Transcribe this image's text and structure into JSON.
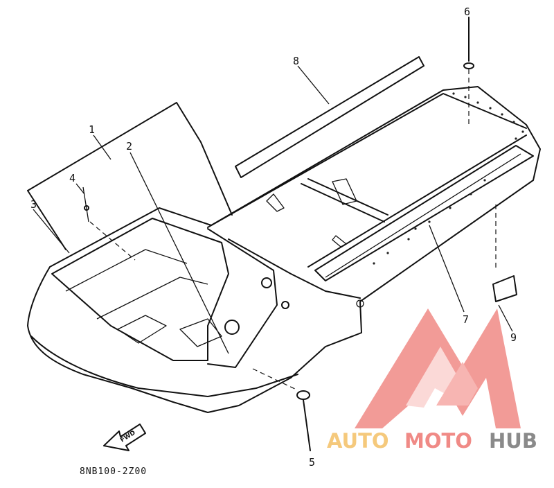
{
  "diagram": {
    "callouts": [
      {
        "id": "c1",
        "label": "1"
      },
      {
        "id": "c2",
        "label": "2"
      },
      {
        "id": "c3",
        "label": "3"
      },
      {
        "id": "c4",
        "label": "4"
      },
      {
        "id": "c5",
        "label": "5"
      },
      {
        "id": "c6",
        "label": "6"
      },
      {
        "id": "c7",
        "label": "7"
      },
      {
        "id": "c8",
        "label": "8"
      },
      {
        "id": "c9",
        "label": "9"
      }
    ],
    "part_code": "8NB100-2Z00",
    "direction_label": "FWD"
  },
  "watermark": {
    "part1": "AUTO",
    "part2": "MOTO",
    "part3": "HUB",
    "colors": {
      "logo_red": "#f08a86",
      "auto": "#f5c97c",
      "moto": "#f08a86",
      "hub": "#8a8a8a"
    }
  }
}
